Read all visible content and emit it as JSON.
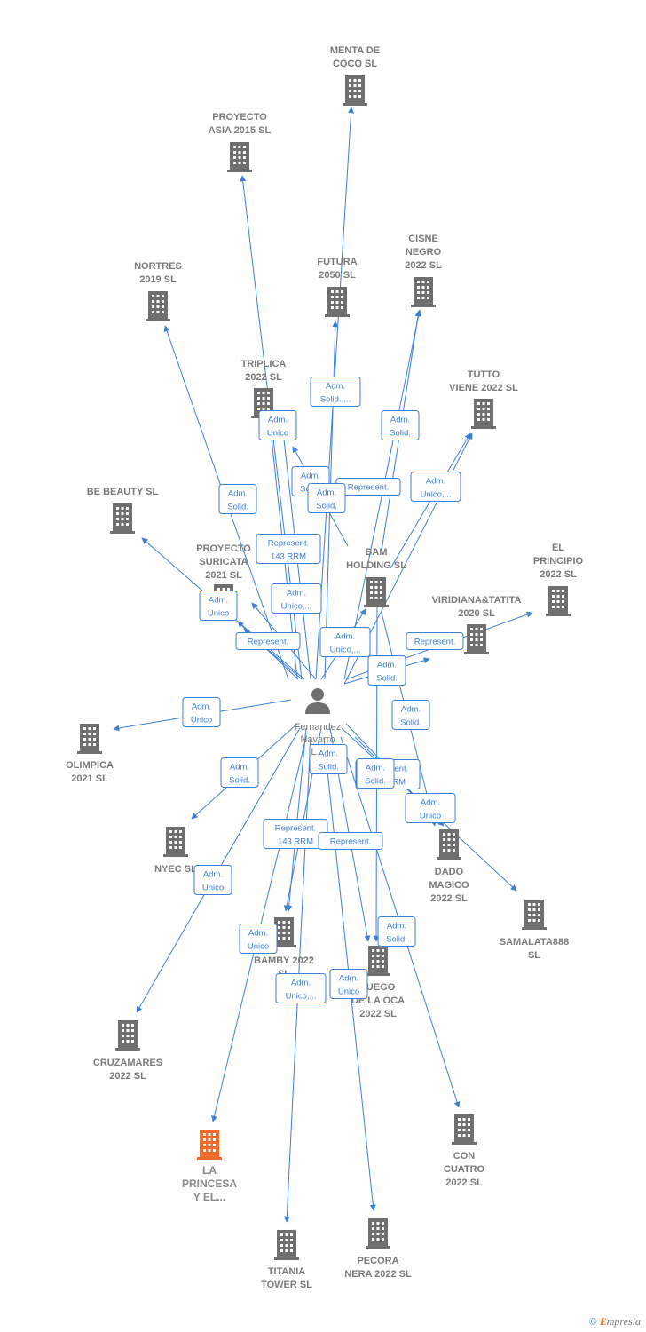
{
  "person": {
    "label_lines": [
      "Fernandez",
      "Navarro",
      "L..."
    ],
    "icon": "person-icon"
  },
  "companies": [
    {
      "id": "menta",
      "lines": [
        "MENTA DE",
        "COCO  SL"
      ]
    },
    {
      "id": "asia",
      "lines": [
        "PROYECTO",
        "ASIA 2015  SL"
      ]
    },
    {
      "id": "cisne",
      "lines": [
        "CISNE",
        "NEGRO",
        "2022  SL"
      ]
    },
    {
      "id": "futura",
      "lines": [
        "FUTURA",
        "2050  SL"
      ]
    },
    {
      "id": "nortres",
      "lines": [
        "NORTRES",
        "2019  SL"
      ]
    },
    {
      "id": "triplica",
      "lines": [
        "TRIPLICA",
        "2022  SL"
      ]
    },
    {
      "id": "tutto",
      "lines": [
        "TUTTO",
        "VIENE 2022  SL"
      ]
    },
    {
      "id": "bebeauty",
      "lines": [
        "BE BEAUTY SL"
      ]
    },
    {
      "id": "suricata",
      "lines": [
        "PROYECTO",
        "SURICATA",
        "2021  SL"
      ]
    },
    {
      "id": "bam",
      "lines": [
        "BAM",
        "HOLDING  SL"
      ]
    },
    {
      "id": "principio",
      "lines": [
        "EL",
        "PRINCIPIO",
        "2022  SL"
      ]
    },
    {
      "id": "viridiana",
      "lines": [
        "VIRIDIANA&TATITA",
        "2020  SL"
      ]
    },
    {
      "id": "olimpica",
      "lines": [
        "OLIMPICA",
        "2021  SL"
      ]
    },
    {
      "id": "nyec",
      "lines": [
        "NYEC SL"
      ]
    },
    {
      "id": "dado",
      "lines": [
        "DADO",
        "MAGICO",
        "2022  SL"
      ]
    },
    {
      "id": "samalata",
      "lines": [
        "SAMALATA888",
        "SL"
      ]
    },
    {
      "id": "bamby",
      "lines": [
        "BAMBY 2022",
        "SL"
      ]
    },
    {
      "id": "juego",
      "lines": [
        "JUEGO",
        "DE LA OCA",
        "2022  SL"
      ]
    },
    {
      "id": "cruzamares",
      "lines": [
        "CRUZAMARES",
        "2022  SL"
      ]
    },
    {
      "id": "princesa",
      "lines": [
        "LA",
        "PRINCESA",
        "Y EL..."
      ],
      "highlight": true
    },
    {
      "id": "concuatro",
      "lines": [
        "CON",
        "CUATRO",
        "2022  SL"
      ]
    },
    {
      "id": "titania",
      "lines": [
        "TITANIA",
        "TOWER  SL"
      ]
    },
    {
      "id": "pecora",
      "lines": [
        "PECORA",
        "NERA 2022  SL"
      ]
    }
  ],
  "relations": [
    {
      "to": "menta",
      "lines": []
    },
    {
      "to": "asia",
      "lines": []
    },
    {
      "to": "futura",
      "lines": [
        "Adm.",
        "Solid.,..."
      ]
    },
    {
      "to": "cisne",
      "lines": [
        "Adm.",
        "Solid."
      ]
    },
    {
      "to": "cisne",
      "lines": [
        "Represent."
      ]
    },
    {
      "to": "triplica",
      "lines": [
        "Adm.",
        "Unico"
      ]
    },
    {
      "to": "tutto",
      "lines": [
        "Adm.",
        "Unico,..."
      ]
    },
    {
      "to": "tutto",
      "lines": []
    },
    {
      "to": "nortres",
      "lines": [
        "Adm.",
        "Solid."
      ]
    },
    {
      "to": "triplica",
      "lines": [
        "Adm.",
        "Solid."
      ]
    },
    {
      "to": "triplica",
      "lines": [
        "Adm.",
        "Solid."
      ]
    },
    {
      "to": "bebeauty",
      "lines": [
        "Represent.",
        "143 RRM"
      ]
    },
    {
      "to": "suricata",
      "lines": [
        "Adm.",
        "Unico,..."
      ]
    },
    {
      "to": "suricata",
      "lines": [
        "Adm.",
        "Unico"
      ]
    },
    {
      "to": "suricata",
      "lines": [
        "Represent."
      ]
    },
    {
      "to": "bam",
      "lines": [
        "Adm.",
        "Unico,..."
      ]
    },
    {
      "to": "principio",
      "lines": [
        "Represent."
      ]
    },
    {
      "to": "viridiana",
      "lines": [
        "Adm.",
        "Solid."
      ]
    },
    {
      "to": "olimpica",
      "lines": [
        "Adm.",
        "Unico"
      ]
    },
    {
      "to": "nyec",
      "lines": [
        "Adm.",
        "Solid."
      ]
    },
    {
      "to": "dado",
      "lines": [
        "Adm.",
        "Solid."
      ]
    },
    {
      "to": "samalata",
      "lines": [
        "Represent.",
        "143 RRM"
      ]
    },
    {
      "to": "samalata",
      "lines": [
        "Adm.",
        "Solid."
      ]
    },
    {
      "to": "dado",
      "lines": [
        "Adm.",
        "Unico"
      ]
    },
    {
      "to": "bamby",
      "lines": [
        "Adm.",
        "Solid."
      ]
    },
    {
      "to": "bamby",
      "lines": [
        "Represent.",
        "143 RRM"
      ]
    },
    {
      "to": "juego",
      "lines": [
        "Represent."
      ]
    },
    {
      "to": "juego",
      "lines": [
        "Adm.",
        "Solid."
      ]
    },
    {
      "to": "cruzamares",
      "lines": [
        "Adm.",
        "Unico"
      ]
    },
    {
      "to": "princesa",
      "lines": [
        "Adm.",
        "Unico"
      ]
    },
    {
      "to": "titania",
      "lines": [
        "Adm.",
        "Unico,..."
      ]
    },
    {
      "to": "pecora",
      "lines": [
        "Adm.",
        "Unico"
      ]
    },
    {
      "to": "concuatro",
      "lines": []
    }
  ],
  "footer": {
    "copyright_symbol": "©",
    "brand_initial": "E",
    "brand_rest": "mpresia"
  },
  "colors": {
    "edge": "#3d7fd6",
    "building": "#6f6f6f",
    "building_highlight": "#f26b2d",
    "label": "#7a7a7a"
  }
}
